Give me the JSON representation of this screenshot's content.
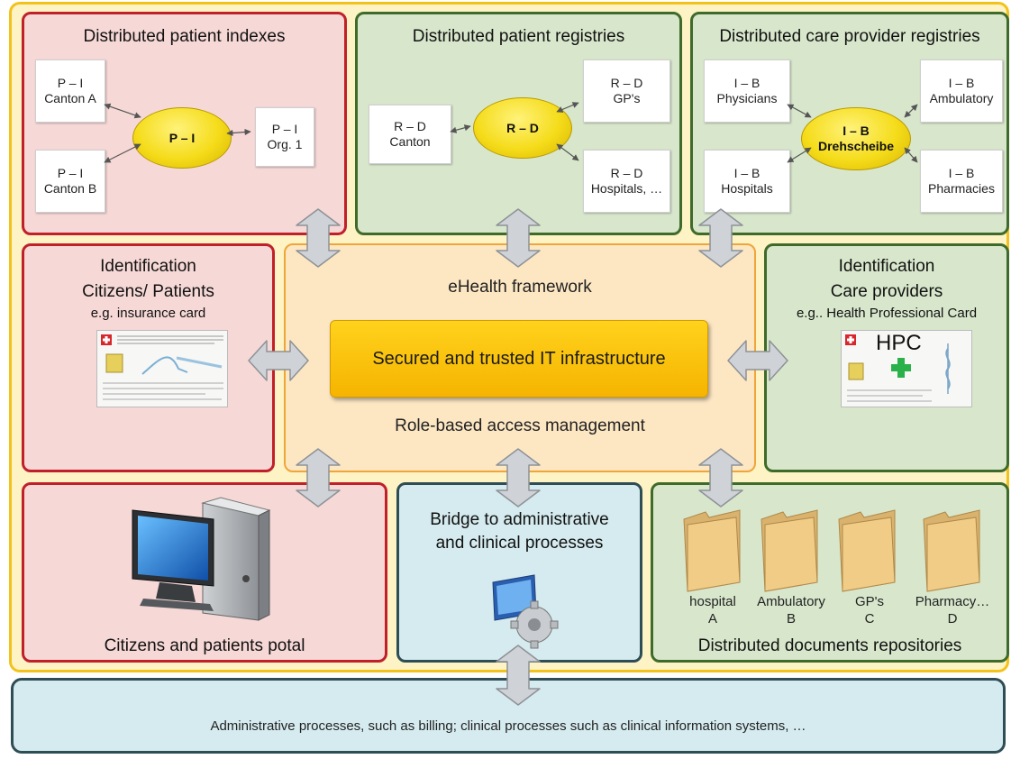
{
  "colors": {
    "frame": "#f3c21a",
    "red_panel": "#c0202a",
    "green_panel": "#3f6b2a",
    "cyan_panel": "#2e4d55",
    "hub": "#f5dc1a",
    "center": "#fde7c3"
  },
  "patient_indexes": {
    "title": "Distributed patient indexes",
    "hub": "P – I",
    "nodes": [
      {
        "code": "P – I",
        "name": "Canton A"
      },
      {
        "code": "P – I",
        "name": "Canton B"
      },
      {
        "code": "P – I",
        "name": "Org. 1"
      }
    ]
  },
  "patient_registries": {
    "title": "Distributed patient registries",
    "hub": "R – D",
    "nodes": [
      {
        "code": "R – D",
        "name": "Canton"
      },
      {
        "code": "R – D",
        "name": "GP's"
      },
      {
        "code": "R – D",
        "name": "Hospitals, …"
      }
    ]
  },
  "provider_registries": {
    "title": "Distributed care provider registries",
    "hub_code": "I – B",
    "hub_name": "Drehscheibe",
    "nodes": [
      {
        "code": "I – B",
        "name": "Physicians"
      },
      {
        "code": "I – B",
        "name": "Ambulatory"
      },
      {
        "code": "I – B",
        "name": "Hospitals"
      },
      {
        "code": "I – B",
        "name": "Pharmacies"
      }
    ]
  },
  "citizen_identification": {
    "line1": "Identification",
    "line2": "Citizens/ Patients",
    "line3": "e.g. insurance card"
  },
  "provider_identification": {
    "line1": "Identification",
    "line2": "Care providers",
    "line3": "e.g.. Health Professional Card",
    "card_text": "HPC"
  },
  "framework": {
    "title": "eHealth framework",
    "core": "Secured and trusted IT infrastructure",
    "access": "Role-based access management"
  },
  "portal": {
    "title": "Citizens and patients potal"
  },
  "bridge": {
    "line1": "Bridge to administrative",
    "line2": "and clinical processes"
  },
  "repositories": {
    "title": "Distributed documents repositories",
    "folders": [
      {
        "name": "hospital",
        "letter": "A"
      },
      {
        "name": "Ambulatory",
        "letter": "B"
      },
      {
        "name": "GP's",
        "letter": "C"
      },
      {
        "name": "Pharmacy…",
        "letter": "D"
      }
    ]
  },
  "processes": {
    "text": "Administrative processes, such as billing; clinical processes such as clinical information systems, …"
  }
}
